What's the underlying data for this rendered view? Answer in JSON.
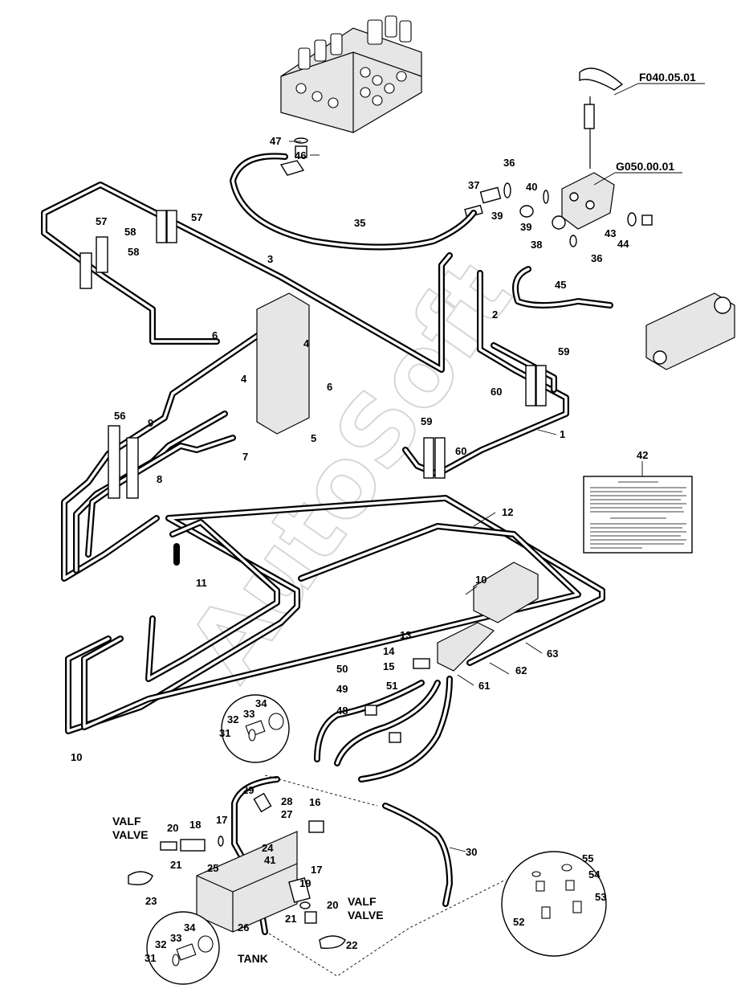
{
  "references": {
    "top_right": "F040.05.01",
    "valve": "G050.00.01"
  },
  "labels": {
    "valf_valve_left_line1": "VALF",
    "valf_valve_left_line2": "VALVE",
    "valf_valve_right_line1": "VALF",
    "valf_valve_right_line2": "VALVE",
    "tank": "TANK"
  },
  "watermark": "AutoSoft",
  "callouts": [
    "1",
    "2",
    "3",
    "4",
    "4",
    "5",
    "6",
    "6",
    "7",
    "8",
    "9",
    "10",
    "10",
    "11",
    "12",
    "13",
    "14",
    "15",
    "16",
    "17",
    "17",
    "18",
    "19",
    "20",
    "20",
    "21",
    "21",
    "22",
    "23",
    "24",
    "25",
    "26",
    "27",
    "28",
    "29",
    "30",
    "31",
    "31",
    "32",
    "32",
    "33",
    "33",
    "34",
    "34",
    "35",
    "36",
    "36",
    "37",
    "38",
    "39",
    "39",
    "40",
    "41",
    "42",
    "43",
    "44",
    "45",
    "46",
    "47",
    "48",
    "49",
    "50",
    "51",
    "52",
    "53",
    "54",
    "55",
    "56",
    "57",
    "57",
    "58",
    "58",
    "59",
    "59",
    "60",
    "60",
    "61",
    "62",
    "63"
  ]
}
